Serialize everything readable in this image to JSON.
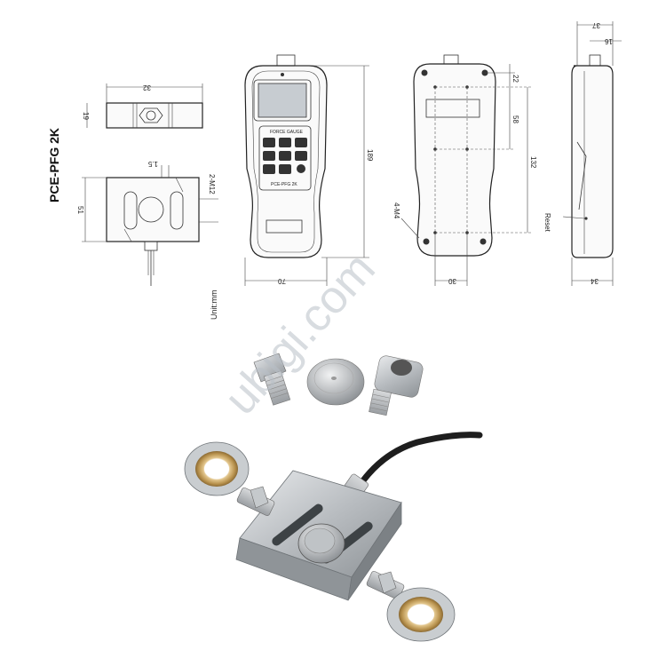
{
  "title": "PCE-PFG 2K",
  "unit_label": "Unit:mm",
  "watermark": "ubigi.com",
  "gauge_labels": {
    "header": "FORCE GAUGE",
    "model": "PCE-PFG 2K"
  },
  "dimensions": {
    "cell_top_width": "32",
    "cell_top_height": "19",
    "cell_side_width": "1.5",
    "cell_thread": "2-M12",
    "cell_height": "51",
    "gauge_height": "189",
    "gauge_width": "70",
    "back_top": "22",
    "back_mid": "58",
    "back_hole_span": "132",
    "back_width": "30",
    "back_screw": "4-M4",
    "side_depth": "37",
    "side_top": "16",
    "side_width": "34",
    "reset_label": "Reset"
  }
}
